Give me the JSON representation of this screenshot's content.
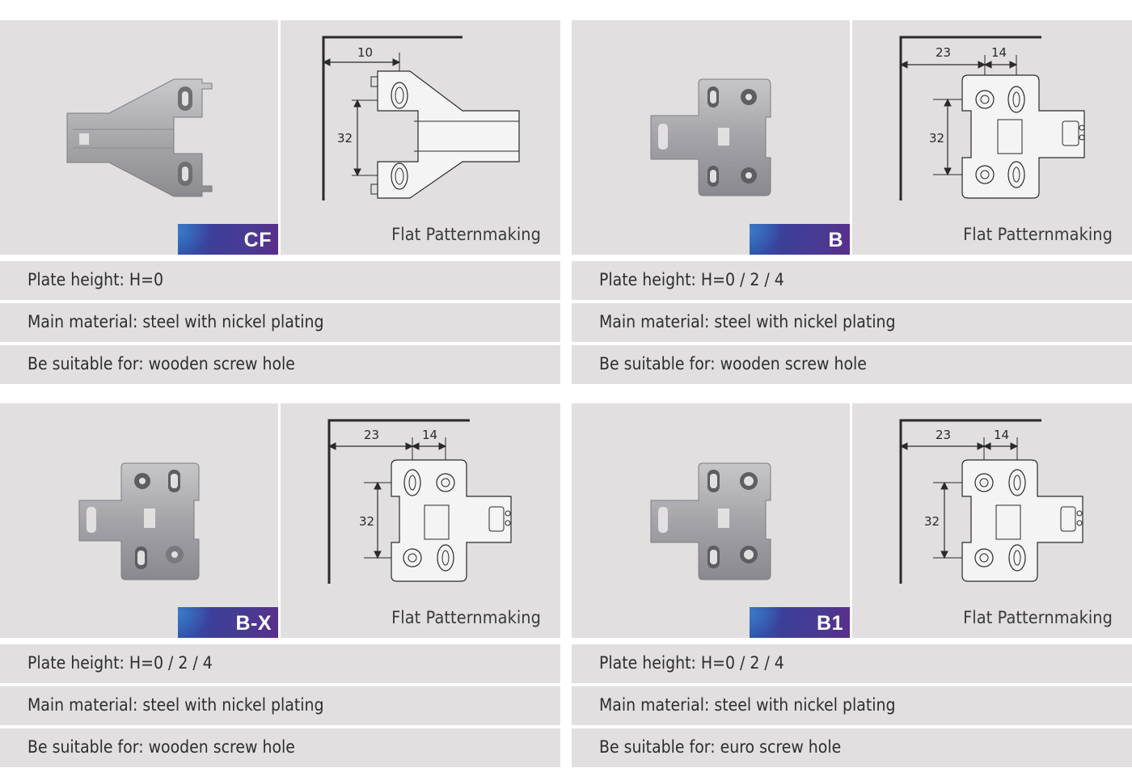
{
  "products": [
    {
      "model": "CF",
      "drawing_caption": "Flat Patternmaking",
      "photo_alt": "CF hinge mounting plate",
      "dimensions": {
        "horizontal": [
          "10"
        ],
        "vertical": "32"
      },
      "specs": [
        "Plate height: H=0",
        "Main material: steel with nickel plating",
        "Be suitable for: wooden screw hole"
      ]
    },
    {
      "model": "B",
      "drawing_caption": "Flat Patternmaking",
      "photo_alt": "B hinge mounting plate",
      "dimensions": {
        "horizontal": [
          "23",
          "14"
        ],
        "vertical": "32"
      },
      "specs": [
        "Plate height: H=0 / 2 / 4",
        "Main material: steel with nickel plating",
        "Be suitable for: wooden screw hole"
      ]
    },
    {
      "model": "B-X",
      "drawing_caption": "Flat Patternmaking",
      "photo_alt": "B-X hinge mounting plate",
      "dimensions": {
        "horizontal": [
          "23",
          "14"
        ],
        "vertical": "32"
      },
      "specs": [
        "Plate height: H=0 / 2 / 4",
        "Main material: steel with nickel plating",
        "Be suitable for: wooden screw hole"
      ]
    },
    {
      "model": "B1",
      "drawing_caption": "Flat Patternmaking",
      "photo_alt": "B1 hinge mounting plate",
      "dimensions": {
        "horizontal": [
          "23",
          "14"
        ],
        "vertical": "32"
      },
      "specs": [
        "Plate height: H=0 / 2 / 4",
        "Main material: steel with nickel plating",
        "Be suitable for: euro screw hole"
      ]
    }
  ],
  "colors": {
    "panel_bg": "#e1dfe0",
    "badge_gradient_start": "#2a5fb5",
    "badge_gradient_end": "#5b2d8c",
    "line": "#2a2a2a"
  }
}
